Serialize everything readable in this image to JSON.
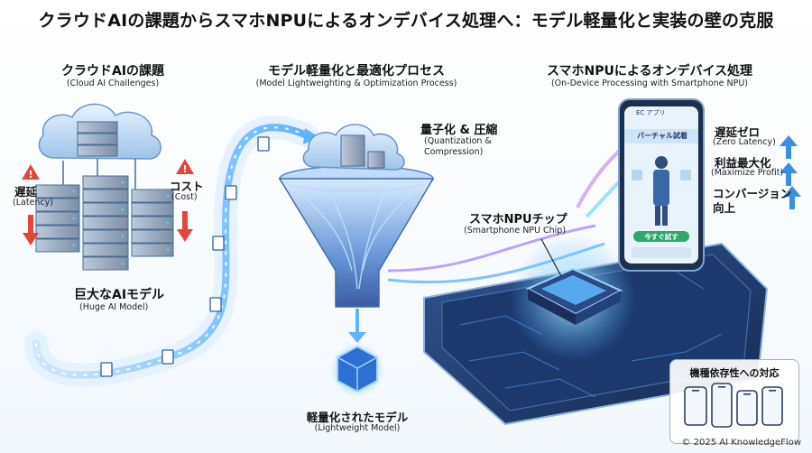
{
  "title": "クラウドAIの課題からスマホNPUによるオンデバイス処理へ：モデル軽量化と実装の壁の克服",
  "sections": {
    "cloud": {
      "title": "クラウドAIの課題",
      "subtitle": "(Cloud AI Challenges)"
    },
    "optimize": {
      "title": "モデル軽量化と最適化プロセス",
      "subtitle": "(Model Lightweighting & Optimization Process)"
    },
    "device": {
      "title": "スマホNPUによるオンデバイス処理",
      "subtitle": "(On-Device Processing with Smartphone NPU)"
    }
  },
  "labels": {
    "latency": {
      "ja": "遅延",
      "en": "(Latency)"
    },
    "cost": {
      "ja": "コスト",
      "en": "(Cost)"
    },
    "huge_model": {
      "ja": "巨大なAIモデル",
      "en": "(Huge AI Model)"
    },
    "quantization": {
      "ja": "量子化 & 圧縮",
      "en1": "(Quantization &",
      "en2": "Compression)"
    },
    "lightweight": {
      "ja": "軽量化されたモデル",
      "en": "(Lightweight Model)"
    },
    "npu_chip": {
      "ja": "スマホNPUチップ",
      "en": "(Smartphone NPU Chip)"
    },
    "zero_latency": {
      "ja": "遅延ゼロ",
      "en": "(Zero Latency)"
    },
    "profit": {
      "ja": "利益最大化",
      "en": "(Maximize Profit)"
    },
    "conversion": {
      "ja1": "コンバージョン",
      "ja2": "向上"
    },
    "dependency": {
      "ja": "機種依存性への対応"
    }
  },
  "phone_screen": {
    "app": "EC アプリ",
    "header": "バーチャル試着",
    "button": "今すぐ試す"
  },
  "copyright": "© 2025 AI KnowledgeFlow",
  "colors": {
    "accent_blue": "#2f8fe8",
    "warning_red": "#e0473a",
    "chip_glow": "#7fd8ff"
  }
}
